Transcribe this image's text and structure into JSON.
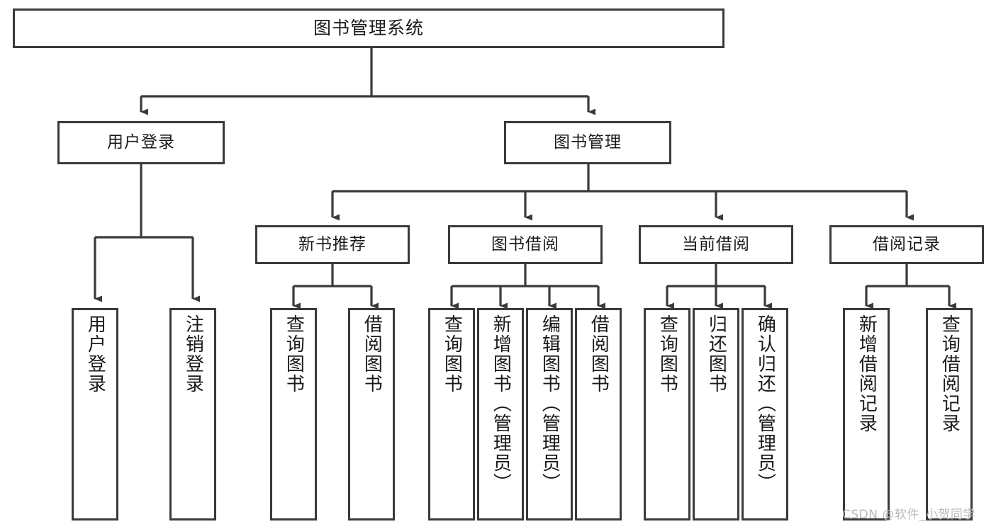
{
  "diagram": {
    "type": "tree-hierarchy-chart",
    "title": "图书管理系统",
    "line_color": "#3a3a3a",
    "box_fill": "#ffffff",
    "text_color": "#1a1a1a",
    "watermark": "CSDN @软件_小贺同学"
  },
  "nodes": {
    "root": {
      "label": "图书管理系统"
    },
    "level1": [
      {
        "id": "user-login",
        "label": "用户登录"
      },
      {
        "id": "book-manage",
        "label": "图书管理"
      }
    ],
    "level2": [
      {
        "id": "new-book-recommend",
        "label": "新书推荐"
      },
      {
        "id": "book-borrow",
        "label": "图书借阅"
      },
      {
        "id": "current-borrow",
        "label": "当前借阅"
      },
      {
        "id": "borrow-record",
        "label": "借阅记录"
      }
    ],
    "leaves": {
      "user_login": [
        {
          "id": "leaf-user-login",
          "label": "用户登录"
        },
        {
          "id": "leaf-logout",
          "label": "注销登录"
        }
      ],
      "new_book_recommend": [
        {
          "id": "leaf-query-book-1",
          "label": "查询图书"
        },
        {
          "id": "leaf-borrow-book-1",
          "label": "借阅图书"
        }
      ],
      "book_borrow": [
        {
          "id": "leaf-query-book-2",
          "label": "查询图书"
        },
        {
          "id": "leaf-add-book",
          "label": "新增图书（管理员）"
        },
        {
          "id": "leaf-edit-book",
          "label": "编辑图书（管理员）"
        },
        {
          "id": "leaf-borrow-book-2",
          "label": "借阅图书"
        }
      ],
      "current_borrow": [
        {
          "id": "leaf-query-book-3",
          "label": "查询图书"
        },
        {
          "id": "leaf-return-book",
          "label": "归还图书"
        },
        {
          "id": "leaf-confirm-return",
          "label": "确认归还（管理员）"
        }
      ],
      "borrow_record": [
        {
          "id": "leaf-add-record",
          "label": "新增借阅记录"
        },
        {
          "id": "leaf-query-record",
          "label": "查询借阅记录"
        }
      ]
    }
  }
}
